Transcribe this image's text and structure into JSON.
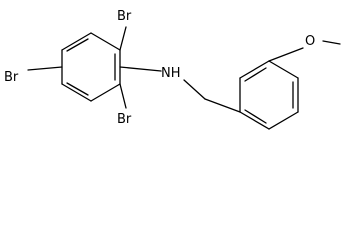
{
  "molecule": {
    "atoms": {
      "br_top": "Br",
      "br_left": "Br",
      "br_bottom": "Br",
      "nh": "NH",
      "methoxy_o": "O"
    }
  },
  "colors": {
    "bond": "#000000",
    "label": "#000000",
    "background": "#ffffff"
  }
}
